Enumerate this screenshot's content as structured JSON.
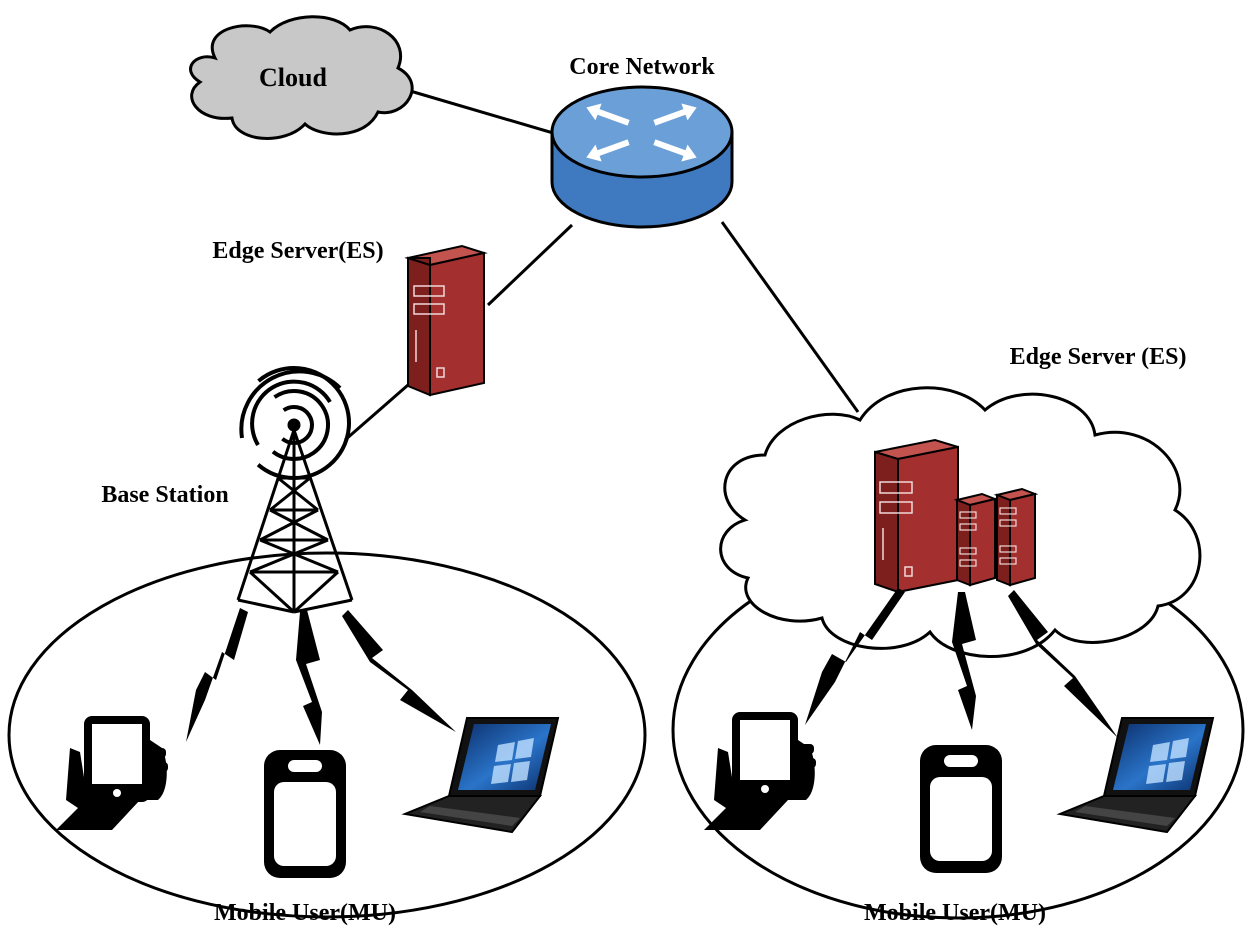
{
  "labels": {
    "cloud": "Cloud",
    "core_network": "Core Network",
    "edge_server_left": "Edge Server(ES)",
    "edge_server_right": "Edge Server (ES)",
    "base_station": "Base Station",
    "mobile_user_left": "Mobile User(MU)",
    "mobile_user_right": "Mobile User(MU)"
  },
  "colors": {
    "server": "#a3302e",
    "router": "#4f86c6",
    "cloud_fill": "#c8c8c8",
    "line": "#000000",
    "screen": "#1e5fb0"
  },
  "icons": [
    "cloud-icon",
    "router-icon",
    "server-icon",
    "tower-icon",
    "tablet-icon",
    "phone-icon",
    "laptop-icon",
    "lightning-icon"
  ]
}
